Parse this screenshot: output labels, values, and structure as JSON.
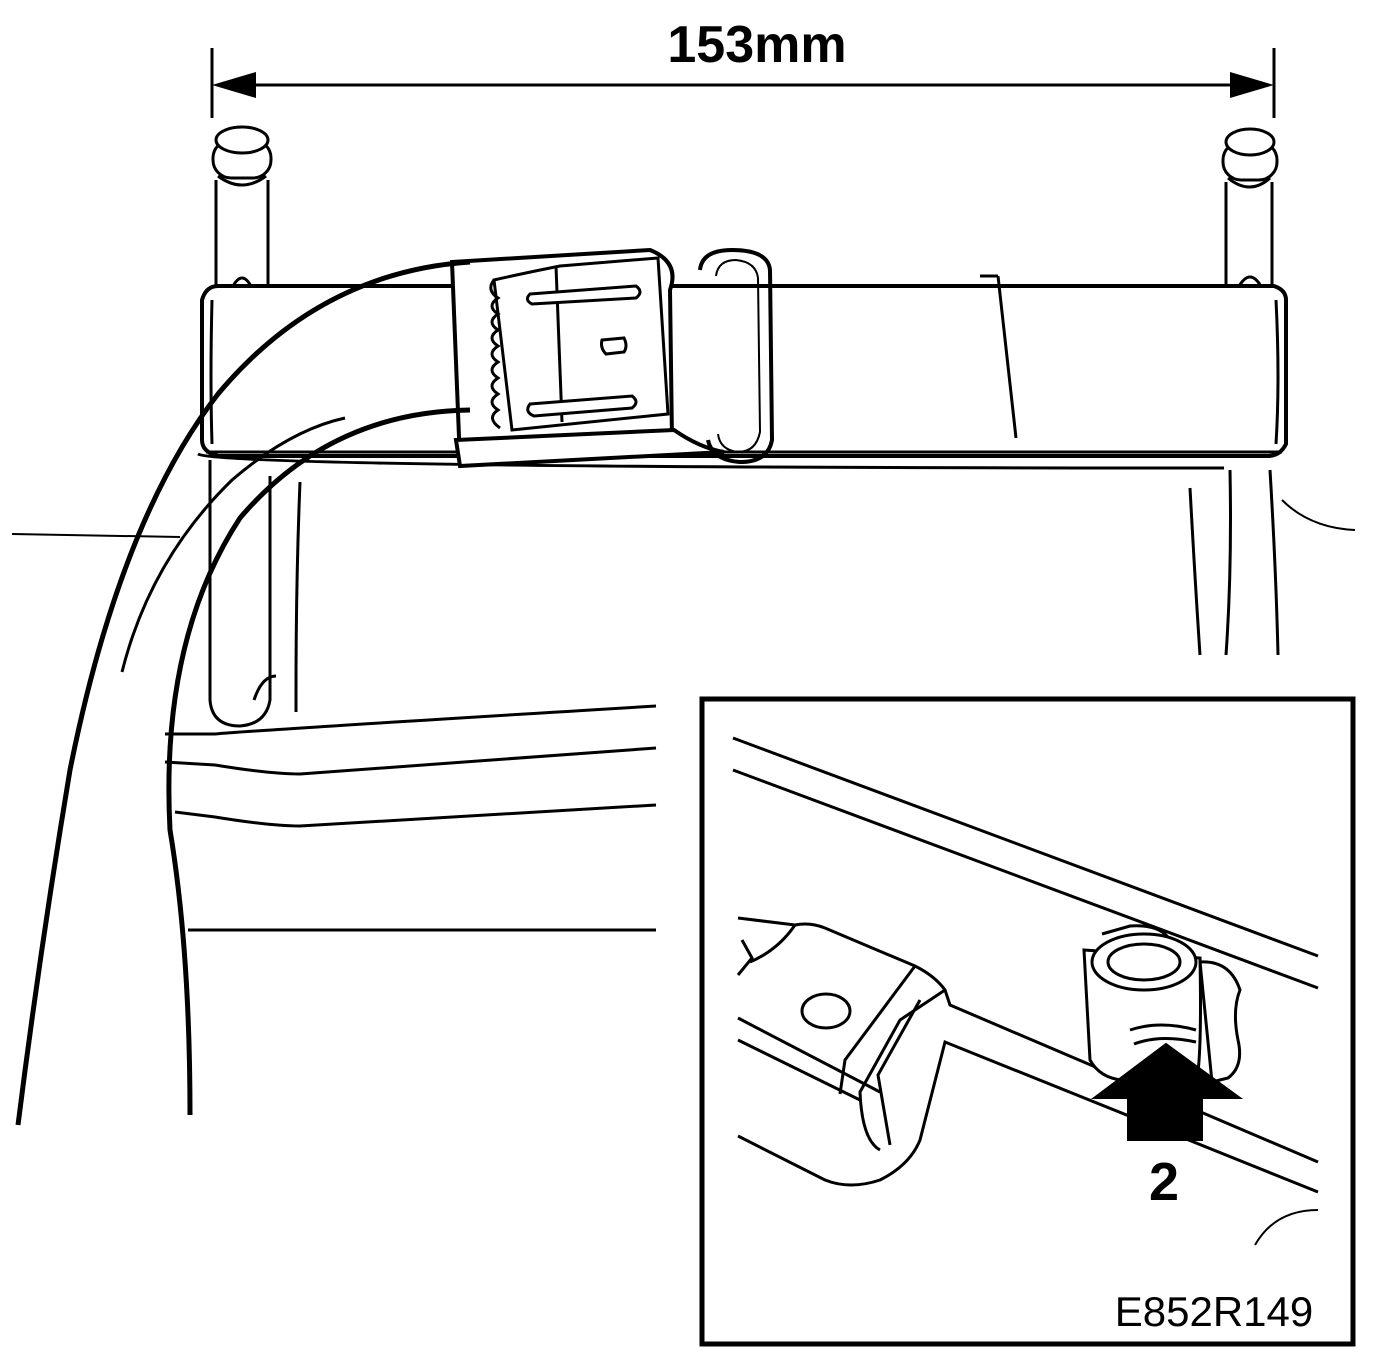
{
  "dimension": {
    "value_label": "153mm"
  },
  "inset": {
    "callout_label": "2"
  },
  "reference_code": "E852R149",
  "colors": {
    "line": "#000000",
    "background": "#ffffff"
  }
}
